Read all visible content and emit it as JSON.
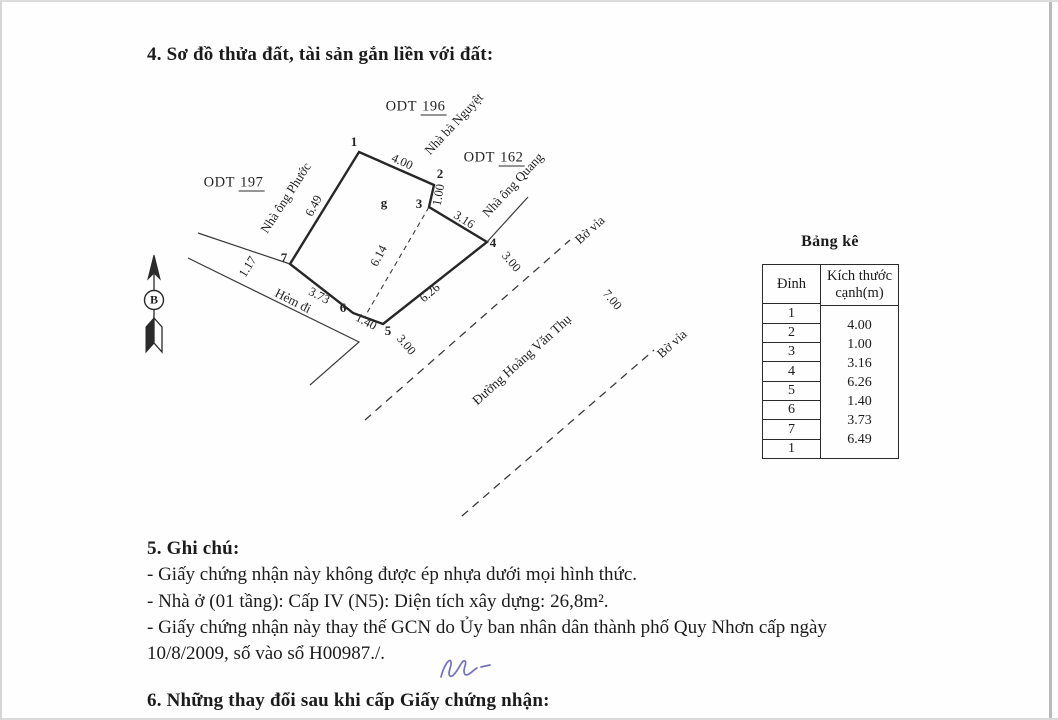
{
  "section4": {
    "title": "4. Sơ đồ thửa đất, tài sản gắn liền với đất:"
  },
  "diagram": {
    "north_label": "B",
    "odt_labels": [
      {
        "prefix": "ODT",
        "number": "197"
      },
      {
        "prefix": "ODT",
        "number": "196"
      },
      {
        "prefix": "ODT",
        "number": "162"
      }
    ],
    "neighbors": [
      "Nhà ông Phước",
      "Nhà bà Nguyệt",
      "Nhà ông Quang"
    ],
    "alley_label": "Hẻm đi",
    "street_label": "Đường Hoàng Văn Thụ",
    "curb_label": "Bờ vỉa",
    "house_mark": "g",
    "vertices": [
      "1",
      "2",
      "3",
      "4",
      "5",
      "6",
      "7"
    ],
    "dims": {
      "v12": "4.00",
      "v23": "1.00",
      "v34": "3.16",
      "v45": "6.26",
      "v56": "1.40",
      "v67": "3.73",
      "v71": "6.49",
      "diagonal": "6.14",
      "alley_width": "1.17",
      "setback_v5": "3.00",
      "setback_v4": "3.00",
      "road_width": "7.00"
    }
  },
  "table": {
    "title": "Bảng kê",
    "col_vertex": "Đỉnh",
    "col_size": "Kích thước cạnh(m)",
    "vertex_rows": [
      "1",
      "2",
      "3",
      "4",
      "5",
      "6",
      "7",
      "1"
    ],
    "edge_sizes": [
      "4.00",
      "1.00",
      "3.16",
      "6.26",
      "1.40",
      "3.73",
      "6.49"
    ]
  },
  "section5": {
    "title": "5. Ghi chú:",
    "lines": [
      "- Giấy chứng nhận này không được ép nhựa dưới mọi hình thức.",
      "- Nhà ở (01 tầng): Cấp IV (N5): Diện tích xây dựng: 26,8m².",
      "- Giấy chứng nhận này thay thế GCN do Ủy ban nhân dân thành phố Quy Nhơn cấp ngày",
      "10/8/2009, số vào sổ H00987./."
    ]
  },
  "section6": {
    "title": "6. Những thay đổi sau khi cấp Giấy chứng nhận:"
  }
}
